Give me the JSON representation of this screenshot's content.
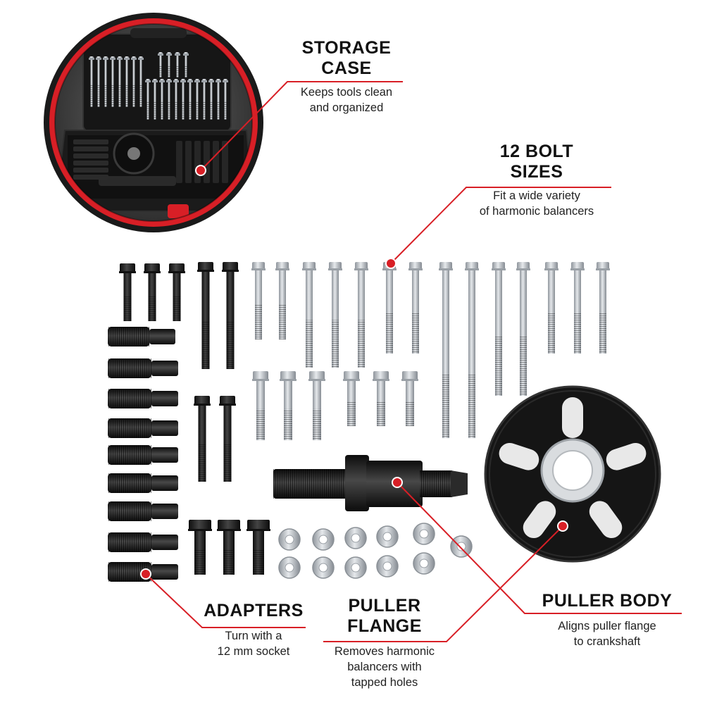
{
  "callouts": {
    "storage": {
      "title_line1": "STORAGE",
      "title_line2": "CASE",
      "desc_line1": "Keeps tools clean",
      "desc_line2": "and organized"
    },
    "bolts": {
      "title_line1": "12 BOLT",
      "title_line2": "SIZES",
      "desc_line1": "Fit a wide variety",
      "desc_line2": "of harmonic balancers"
    },
    "adapters": {
      "title_line1": "ADAPTERS",
      "desc_line1": "Turn with a",
      "desc_line2": "12 mm socket"
    },
    "flange": {
      "title_line1": "PULLER",
      "title_line2": "FLANGE",
      "desc_line1": "Removes harmonic",
      "desc_line2": "balancers with",
      "desc_line3": "tapped holes"
    },
    "body": {
      "title_line1": "PULLER BODY",
      "desc_line1": "Aligns puller flange",
      "desc_line2": "to crankshaft"
    }
  },
  "colors": {
    "accent_red": "#d81f26",
    "tool_black": "#1e1e1e",
    "zinc_silver": "#c3c7cc",
    "text": "#111111"
  },
  "icons": {
    "case": "tool-case-photo",
    "bolt": "bolt-icon",
    "washer": "washer-icon",
    "adapter": "adapter-icon",
    "disc": "puller-body-icon",
    "flange": "puller-flange-icon",
    "marker": "callout-dot-icon"
  }
}
